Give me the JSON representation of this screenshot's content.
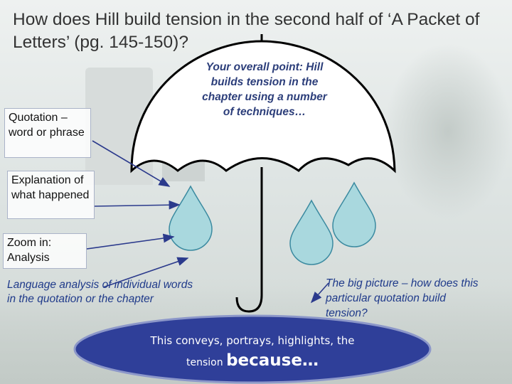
{
  "slide": {
    "title": "How does Hill build tension in the second half of ‘A Packet of Letters’ (pg. 145-150)?",
    "overall_point": "Your overall point: Hill builds tension in the chapter using a number of techniques…",
    "boxes": {
      "quotation": "Quotation – word or phrase",
      "explanation": "Explanation of what happened",
      "zoom": "Zoom in: Analysis"
    },
    "language_analysis": "Language analysis of individual words in the quotation or the chapter",
    "big_picture": "The big picture – how does this particular quotation build tension?",
    "ellipse": {
      "line1": "This conveys, portrays, highlights, the",
      "tension": "tension ",
      "because": "because…"
    }
  },
  "colors": {
    "accent_blue": "#2c3e7a",
    "ellipse_fill": "#2f3f99",
    "raindrop_fill": "#a9d8de"
  }
}
